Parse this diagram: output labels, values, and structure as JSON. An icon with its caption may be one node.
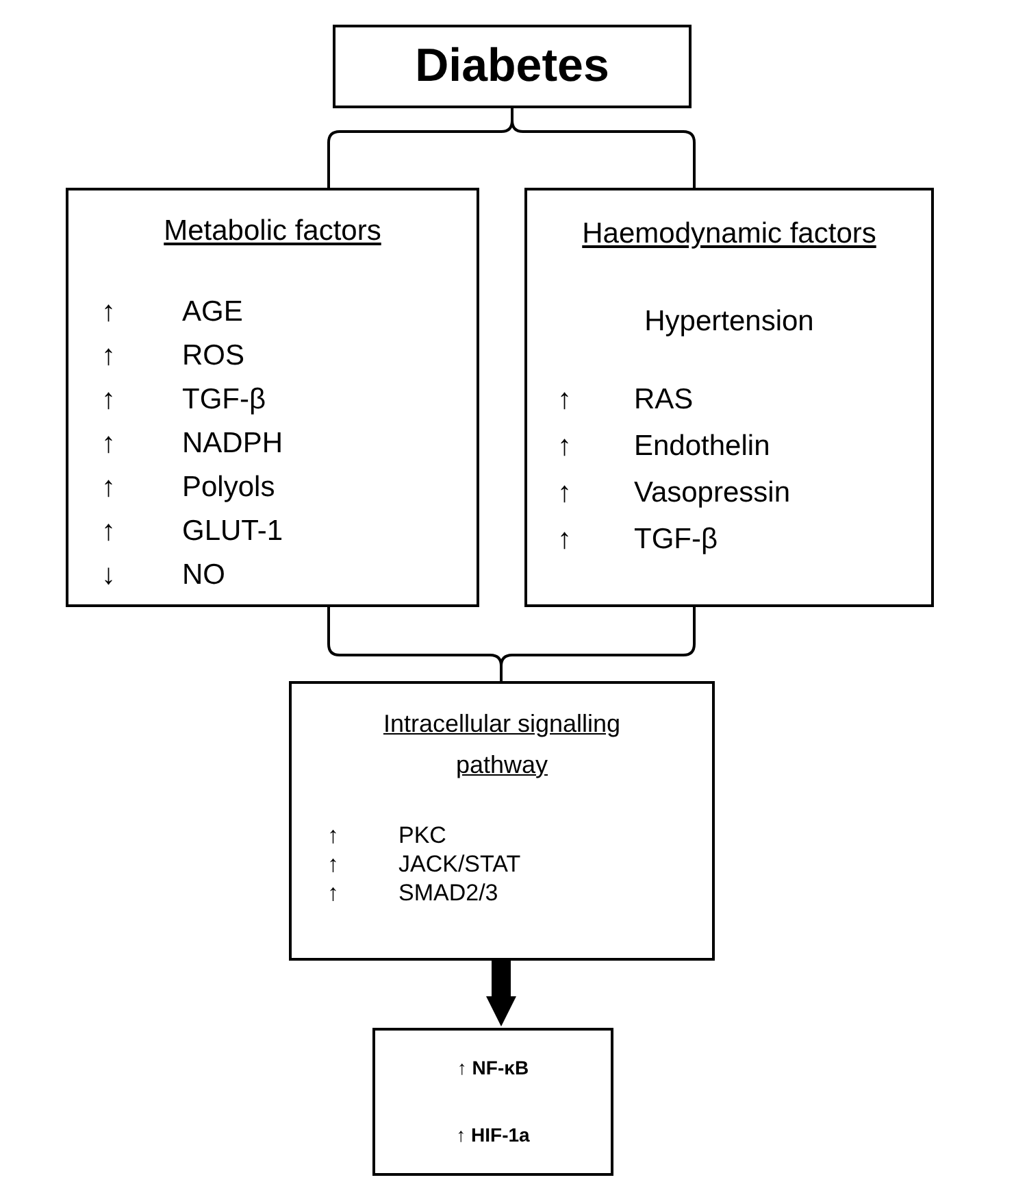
{
  "diagram": {
    "nodes": [
      {
        "text": [
          "Diabetes"
        ]
      },
      {
        "text": [
          "Metabolic factors",
          "↑ AGE",
          "↑ ROS",
          "↑ TGF-β",
          "↑ NADPH",
          "↑ Polyols",
          "↑ GLUT-1",
          "↓ NO"
        ]
      },
      {
        "text": [
          "Haemodynamic factors",
          "Hypertension",
          "↑ RAS",
          "↑ Endothelin",
          "↑ Vasopressin",
          "↑ TGF-β"
        ]
      },
      {
        "text": [
          "Intracellular signalling pathway",
          "↑ PKC",
          "↑ JACK/STAT",
          "↑ SMAD2/3"
        ]
      },
      {
        "text": [
          "↑ NF-κB",
          "↑ HIF-1a"
        ]
      }
    ],
    "edges": [
      {
        "from": 0,
        "to": 1,
        "arrow": "none"
      },
      {
        "from": 0,
        "to": 2,
        "arrow": "none"
      },
      {
        "from": 1,
        "to": 3,
        "arrow": "none"
      },
      {
        "from": 2,
        "to": 3,
        "arrow": "none"
      },
      {
        "from": 3,
        "to": 4,
        "arrow": "to",
        "style": "thick"
      }
    ]
  }
}
